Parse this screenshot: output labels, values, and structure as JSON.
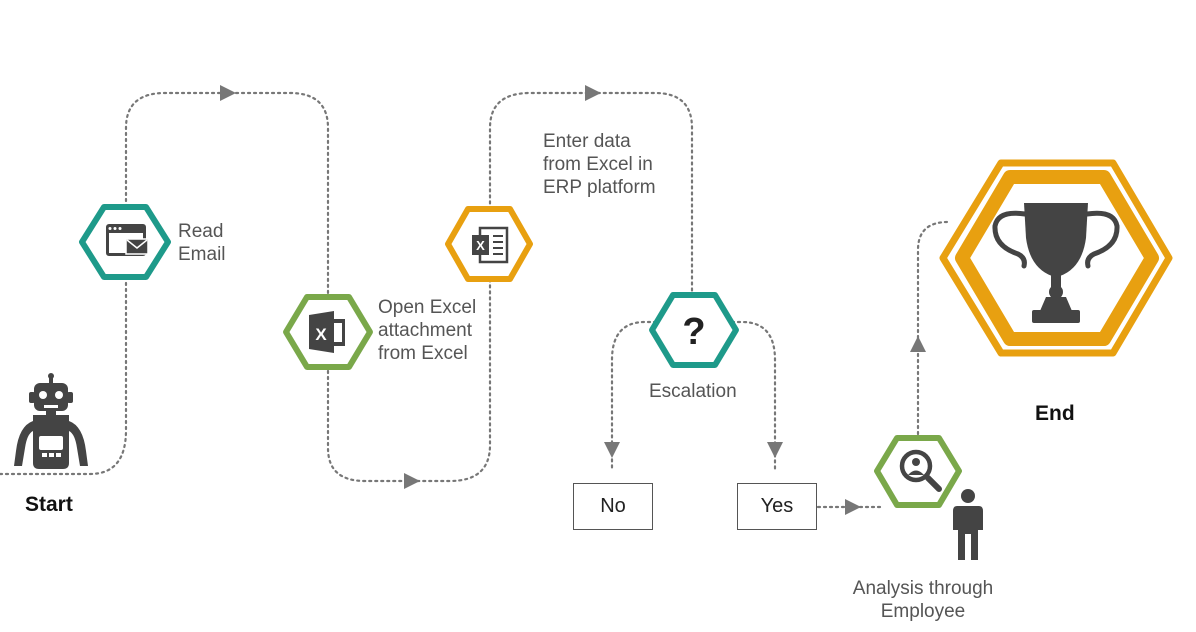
{
  "labels": {
    "start": "Start",
    "read_email": [
      "Read",
      "Email"
    ],
    "open_excel": [
      "Open Excel",
      "attachment",
      "from Excel"
    ],
    "enter_data": [
      "Enter data",
      "from Excel in",
      "ERP platform"
    ],
    "escalation": "Escalation",
    "no": "No",
    "yes": "Yes",
    "analysis": [
      "Analysis through",
      "Employee"
    ],
    "end": "End"
  },
  "icons": {
    "read_email": "email-window-icon",
    "open_excel": "excel-icon",
    "enter_data": "excel-sheet-icon",
    "escalation": "question-mark-icon",
    "analysis": "magnifier-person-icon",
    "end": "trophy-icon",
    "start": "robot-icon",
    "employee": "person-icon"
  },
  "colors": {
    "teal": "#1e9a8a",
    "green": "#7aa84a",
    "orange": "#e8a010",
    "icon_dark": "#444444",
    "connector": "#777777"
  }
}
